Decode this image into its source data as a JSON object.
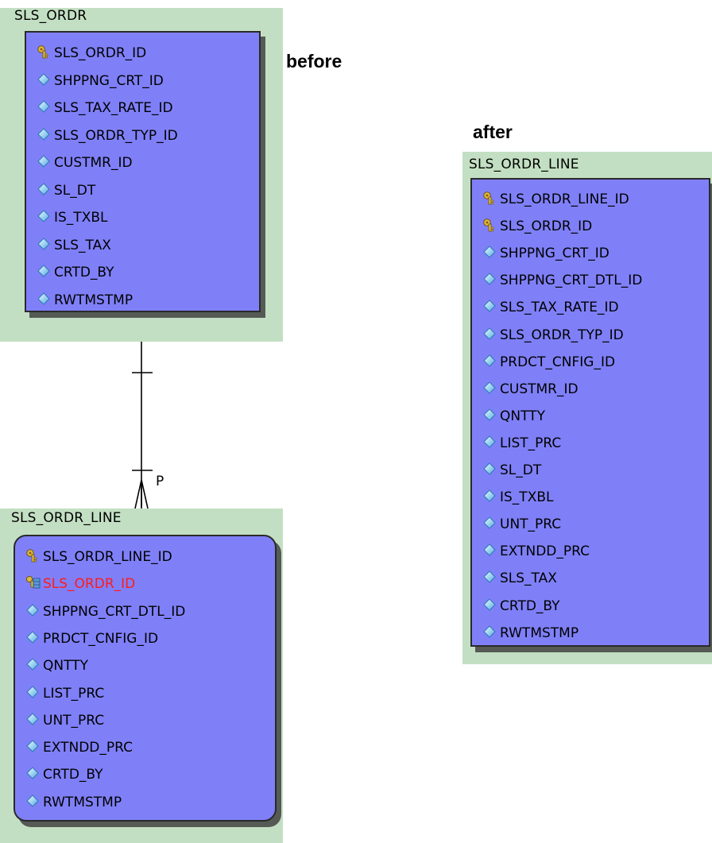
{
  "labels": {
    "before": "before",
    "after": "after"
  },
  "before": {
    "order": {
      "title": "SLS_ORDR",
      "columns": [
        {
          "name": "SLS_ORDR_ID",
          "kind": "pk"
        },
        {
          "name": "SHPPNG_CRT_ID",
          "kind": "attr"
        },
        {
          "name": "SLS_TAX_RATE_ID",
          "kind": "attr"
        },
        {
          "name": "SLS_ORDR_TYP_ID",
          "kind": "attr"
        },
        {
          "name": "CUSTMR_ID",
          "kind": "attr"
        },
        {
          "name": "SL_DT",
          "kind": "attr"
        },
        {
          "name": "IS_TXBL",
          "kind": "attr"
        },
        {
          "name": "SLS_TAX",
          "kind": "attr"
        },
        {
          "name": "CRTD_BY",
          "kind": "attr"
        },
        {
          "name": "RWTMSTMP",
          "kind": "attr"
        }
      ]
    },
    "relationship_label": "P",
    "line": {
      "title": "SLS_ORDR_LINE",
      "columns": [
        {
          "name": "SLS_ORDR_LINE_ID",
          "kind": "pk"
        },
        {
          "name": "SLS_ORDR_ID",
          "kind": "pfk"
        },
        {
          "name": "SHPPNG_CRT_DTL_ID",
          "kind": "attr"
        },
        {
          "name": "PRDCT_CNFIG_ID",
          "kind": "attr"
        },
        {
          "name": "QNTTY",
          "kind": "attr"
        },
        {
          "name": "LIST_PRC",
          "kind": "attr"
        },
        {
          "name": "UNT_PRC",
          "kind": "attr"
        },
        {
          "name": "EXTNDD_PRC",
          "kind": "attr"
        },
        {
          "name": "CRTD_BY",
          "kind": "attr"
        },
        {
          "name": "RWTMSTMP",
          "kind": "attr"
        }
      ]
    }
  },
  "after": {
    "line": {
      "title": "SLS_ORDR_LINE",
      "columns": [
        {
          "name": "SLS_ORDR_LINE_ID",
          "kind": "pk"
        },
        {
          "name": "SLS_ORDR_ID",
          "kind": "pk"
        },
        {
          "name": "SHPPNG_CRT_ID",
          "kind": "attr"
        },
        {
          "name": "SHPPNG_CRT_DTL_ID",
          "kind": "attr"
        },
        {
          "name": "SLS_TAX_RATE_ID",
          "kind": "attr"
        },
        {
          "name": "SLS_ORDR_TYP_ID",
          "kind": "attr"
        },
        {
          "name": "PRDCT_CNFIG_ID",
          "kind": "attr"
        },
        {
          "name": "CUSTMR_ID",
          "kind": "attr"
        },
        {
          "name": "QNTTY",
          "kind": "attr"
        },
        {
          "name": "LIST_PRC",
          "kind": "attr"
        },
        {
          "name": "SL_DT",
          "kind": "attr"
        },
        {
          "name": "IS_TXBL",
          "kind": "attr"
        },
        {
          "name": "UNT_PRC",
          "kind": "attr"
        },
        {
          "name": "EXTNDD_PRC",
          "kind": "attr"
        },
        {
          "name": "SLS_TAX",
          "kind": "attr"
        },
        {
          "name": "CRTD_BY",
          "kind": "attr"
        },
        {
          "name": "RWTMSTMP",
          "kind": "attr"
        }
      ]
    }
  },
  "colors": {
    "panel": "#c3dfc3",
    "entity": "#7f80f8",
    "fk_text": "#ff1a1a",
    "shadow": "#555a55"
  },
  "icons": {
    "pk": "key-icon",
    "pfk": "foreign-key-icon",
    "attr": "attribute-diamond-icon"
  }
}
